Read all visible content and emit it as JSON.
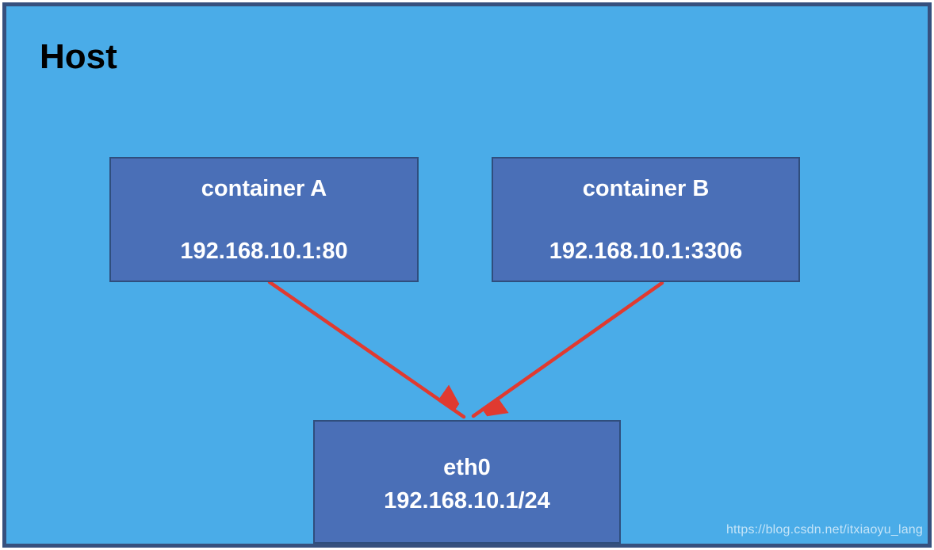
{
  "diagram": {
    "host_label": "Host",
    "nodes": [
      {
        "id": "container-a",
        "title": "container A",
        "subtitle": "192.168.10.1:80"
      },
      {
        "id": "container-b",
        "title": "container B",
        "subtitle": "192.168.10.1:3306"
      },
      {
        "id": "eth0",
        "title": "eth0",
        "subtitle": "192.168.10.1/24"
      }
    ],
    "edges": [
      {
        "from": "container-a",
        "to": "eth0"
      },
      {
        "from": "container-b",
        "to": "eth0"
      }
    ],
    "colors": {
      "host_background": "#4AACE8",
      "host_border": "#36507E",
      "node_background": "#4A6FB7",
      "node_border": "#2F4E7D",
      "node_text": "#FFFFFF",
      "host_label_text": "#000000",
      "arrow": "#E03A30"
    },
    "watermark": "https://blog.csdn.net/itxiaoyu_lang"
  }
}
